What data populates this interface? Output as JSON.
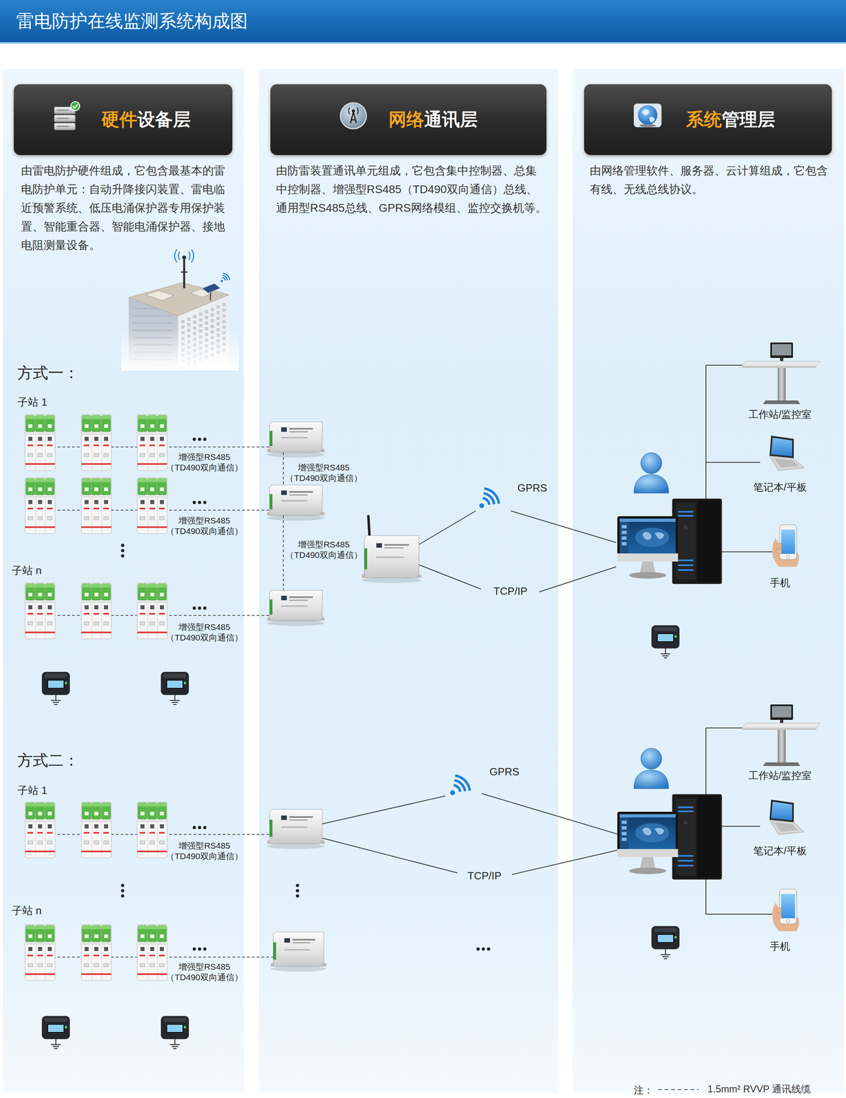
{
  "diagram": {
    "title": "雷电防护在线监测系统构成图",
    "nodes": [
      {
        "text": [
          "由雷电防护硬件组成，它包含最基本的雷电防护单元：自动升降接闪装置、雷电临近预警系统、低压电涌保护器专用保护装置、智能重合器、智能电涌保护器、接地电阻测量设备。"
        ]
      },
      {
        "text": [
          "硬件",
          "设备层"
        ],
        "in": 0
      },
      {
        "text": [
          "由防雷装置通讯单元组成，它包含集中控制器、总集中控制器、增强型RS485（TD490双向通信）总线、通用型RS485总线、GPRS网络模组、监控交换机等。"
        ]
      },
      {
        "text": [
          "网络",
          "通讯层"
        ],
        "in": 2
      },
      {
        "text": [
          "由网络管理软件、服务器、云计算组成，它包含有线、无线总线协议。"
        ]
      },
      {
        "text": [
          "系统",
          "管理层"
        ],
        "in": 4
      }
    ],
    "labels": [
      "方式一：",
      "子站 1",
      "增强型RS485 （TD490双向通信）",
      "增强型RS485 （TD490双向通信）",
      "子站 n",
      "增强型RS485 （TD490双向通信）",
      "增强型RS485 （TD490双向通信）",
      "增强型RS485 （TD490双向通信）",
      "GPRS",
      "TCP/IP",
      "工作站/监控室",
      "笔记本/平板",
      "手机",
      "方式二：",
      "子站 1",
      "增强型RS485 （TD490双向通信）",
      "GPRS",
      "TCP/IP",
      "工作站/监控室",
      "笔记本/平板",
      "子站 n",
      "增强型RS485 （TD490双向通信）",
      "手机",
      "注："
    ],
    "legend": [
      {
        "text": "1.5mm² RVVP 通讯线缆"
      }
    ]
  }
}
